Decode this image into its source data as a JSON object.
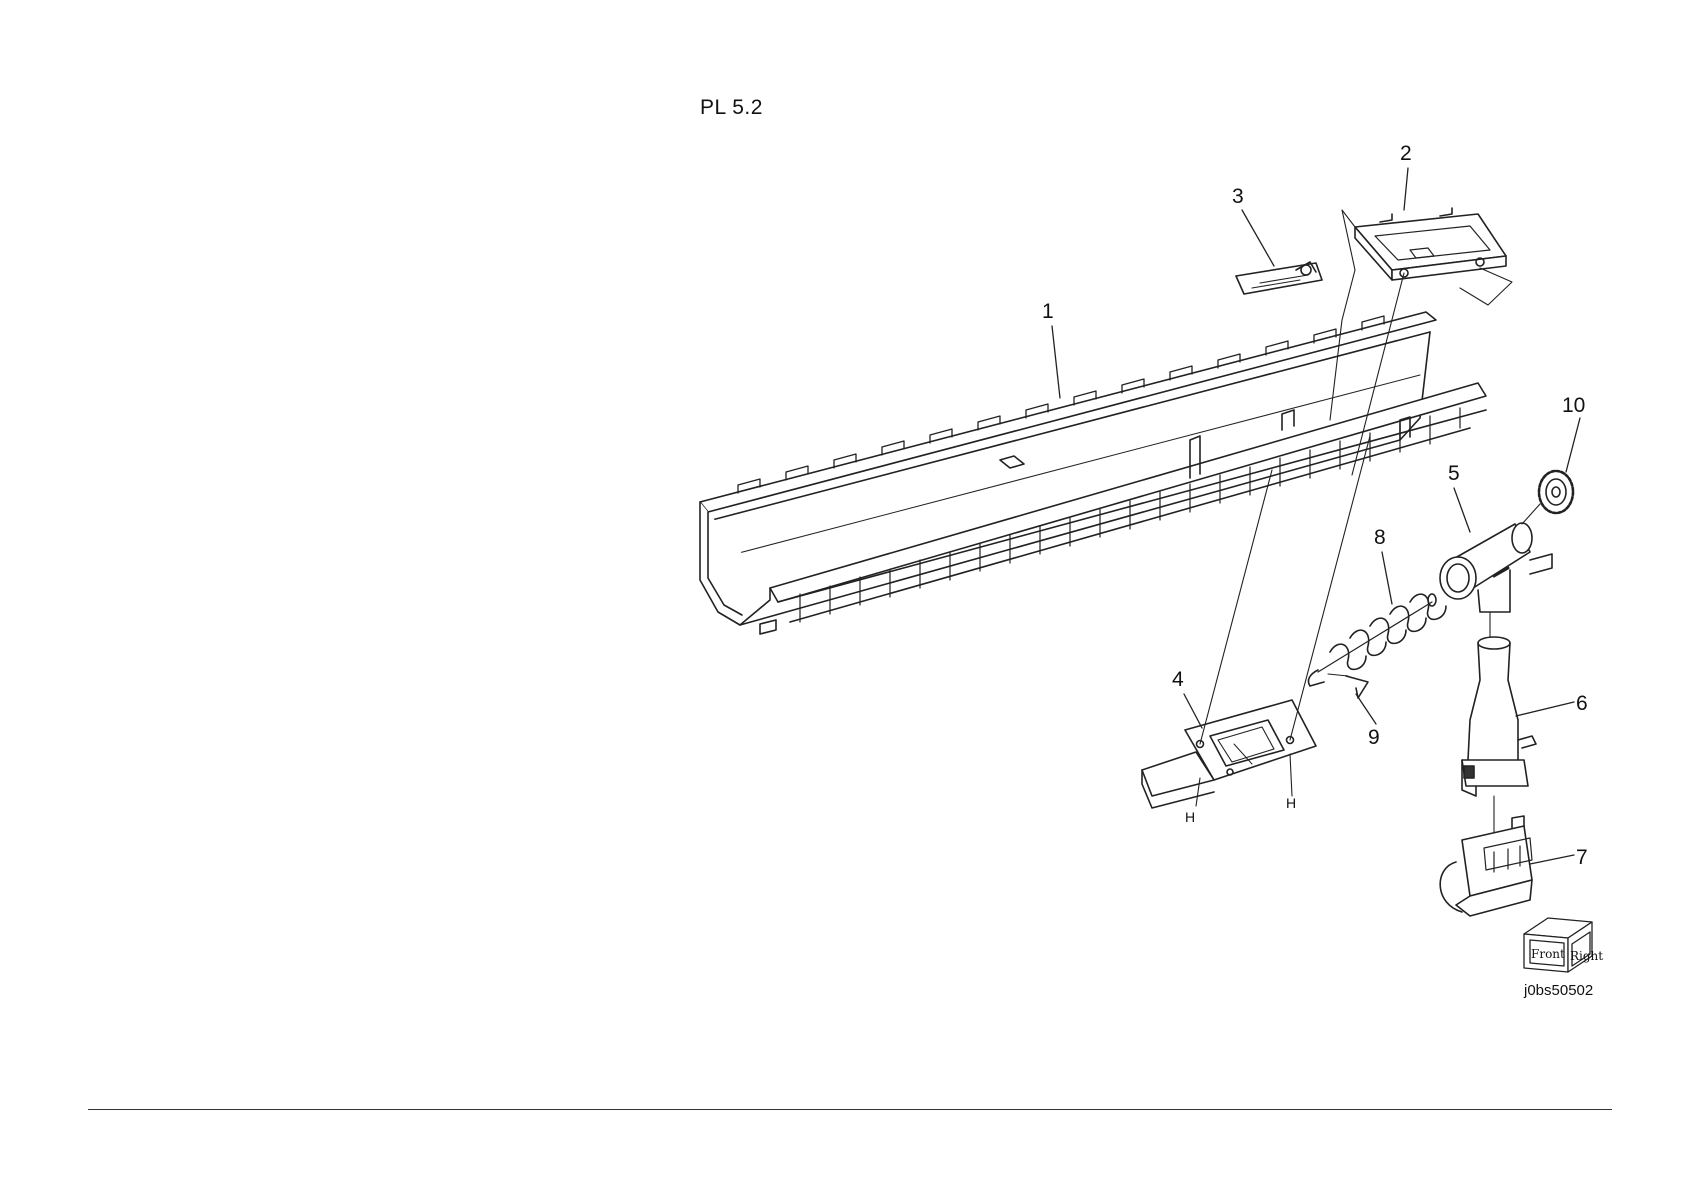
{
  "title": "PL 5.2",
  "callouts": [
    "1",
    "2",
    "3",
    "4",
    "5",
    "6",
    "7",
    "8",
    "9",
    "10"
  ],
  "hole_label": "H",
  "orientation_cube": {
    "front": "Front",
    "right": "Right"
  },
  "figure_id": "j0bs50502"
}
